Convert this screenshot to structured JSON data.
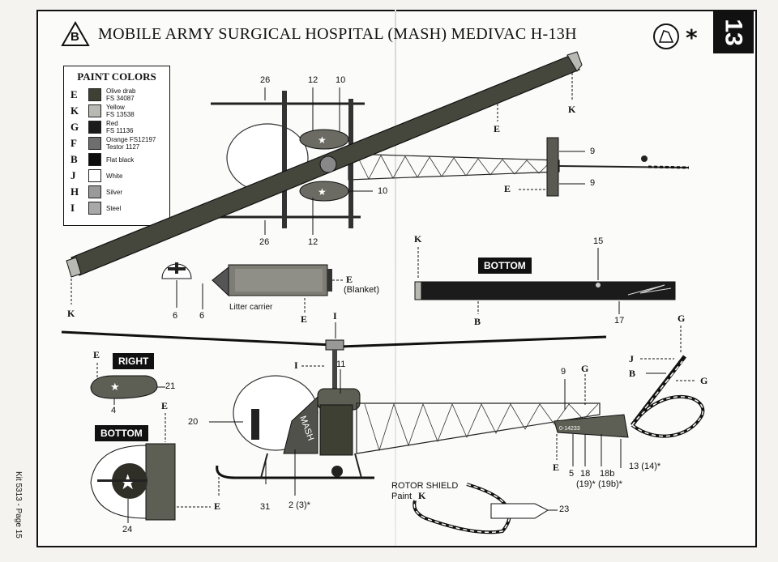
{
  "title": {
    "step_letter": "B",
    "text": "MOBILE ARMY SURGICAL HOSPITAL (MASH) MEDIVAC H-13H",
    "page_number": "13",
    "asterisk": "*"
  },
  "side_text": "Kit 5313 - Page 15",
  "paint_colors": {
    "heading": "PAINT COLORS",
    "items": [
      {
        "letter": "E",
        "lines": [
          "Olive drab",
          "FS 34087"
        ],
        "color": "#3f4034"
      },
      {
        "letter": "K",
        "lines": [
          "Yellow",
          "FS 13538"
        ],
        "color": "#b9b9b4"
      },
      {
        "letter": "G",
        "lines": [
          "Red",
          "FS 11136"
        ],
        "color": "#1a1a1a"
      },
      {
        "letter": "F",
        "lines": [
          "Orange FS12197",
          "Testor 1127"
        ],
        "color": "#6e6e6e"
      },
      {
        "letter": "B",
        "lines": [
          "Flat black"
        ],
        "color": "#0d0d0d"
      },
      {
        "letter": "J",
        "lines": [
          "White"
        ],
        "color": "#ffffff"
      },
      {
        "letter": "H",
        "lines": [
          "Silver"
        ],
        "color": "#9a9a9a"
      },
      {
        "letter": "I",
        "lines": [
          "Steel"
        ],
        "color": "#a8a8a8"
      }
    ]
  },
  "top_view": {
    "callouts": [
      "26",
      "12",
      "10",
      "K",
      "E",
      "9",
      "E",
      "9",
      "10",
      "26",
      "12",
      "K"
    ]
  },
  "litter": {
    "label": "Litter carrier",
    "callouts": [
      "6",
      "6",
      "E",
      "(Blanket)",
      "E"
    ]
  },
  "blade_bottom": {
    "tag": "BOTTOM",
    "callouts": [
      "K",
      "15",
      "B",
      "17"
    ]
  },
  "side_view": {
    "callouts": [
      "I",
      "I",
      "11",
      "9",
      "G",
      "J",
      "B",
      "G",
      "G",
      "20",
      "E",
      "5",
      "18",
      "(19)*",
      "18b",
      "(19b)*",
      "13 (14)*",
      "31",
      "2 (3)*"
    ]
  },
  "right_detail": {
    "tag": "RIGHT",
    "callouts": [
      "E",
      "21",
      "4"
    ]
  },
  "bottom_detail": {
    "tag": "BOTTOM",
    "callouts": [
      "E",
      "24",
      "E"
    ]
  },
  "rotor_shield": {
    "line1": "ROTOR SHIELD",
    "line2": "Paint",
    "paint_letter": "K",
    "callout": "23"
  },
  "markings": {
    "mash": "MASH",
    "serial": "0-14233"
  }
}
